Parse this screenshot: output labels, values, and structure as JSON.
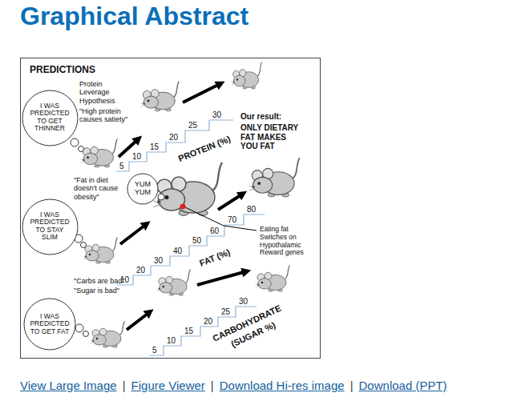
{
  "diagram": {
    "title": "Graphical Abstract",
    "nodes": [
      {
        "text": [
          "PREDICTIONS"
        ]
      },
      {
        "text": [
          "I WAS PREDICTED TO GET THINNER"
        ],
        "in": 0
      },
      {
        "text": [
          "I WAS PREDICTED TO STAY SLIM"
        ],
        "in": 0
      },
      {
        "text": [
          "YUM YUM"
        ],
        "in": 0
      },
      {
        "text": [
          "I WAS PREDICTED TO GET FAT"
        ],
        "in": 0
      }
    ],
    "labels": [
      "Protein Leverage Hypothesis",
      "\"High protein causes satiety\"",
      "Our result:",
      "ONLY DIETARY FAT MAKES YOU FAT",
      "5",
      "10",
      "15",
      "20",
      "25",
      "30",
      "PROTEIN (%)",
      "\"Fat in diet doesn't cause obesity\"",
      "10",
      "20",
      "30",
      "40",
      "50",
      "60",
      "70",
      "80",
      "FAT (%)",
      "Eating fat Switches on Hypothalamic Reward genes",
      "\"Carbs are bad\"",
      "\"Sugar is bad\"",
      "5",
      "10",
      "15",
      "20",
      "25",
      "30",
      "CARBOHYDRATE",
      "(SUGAR %)",
      "View Large Image",
      "|",
      "Figure Viewer",
      "|",
      "Download Hi-res image",
      "|",
      "Download (PPT)"
    ]
  }
}
